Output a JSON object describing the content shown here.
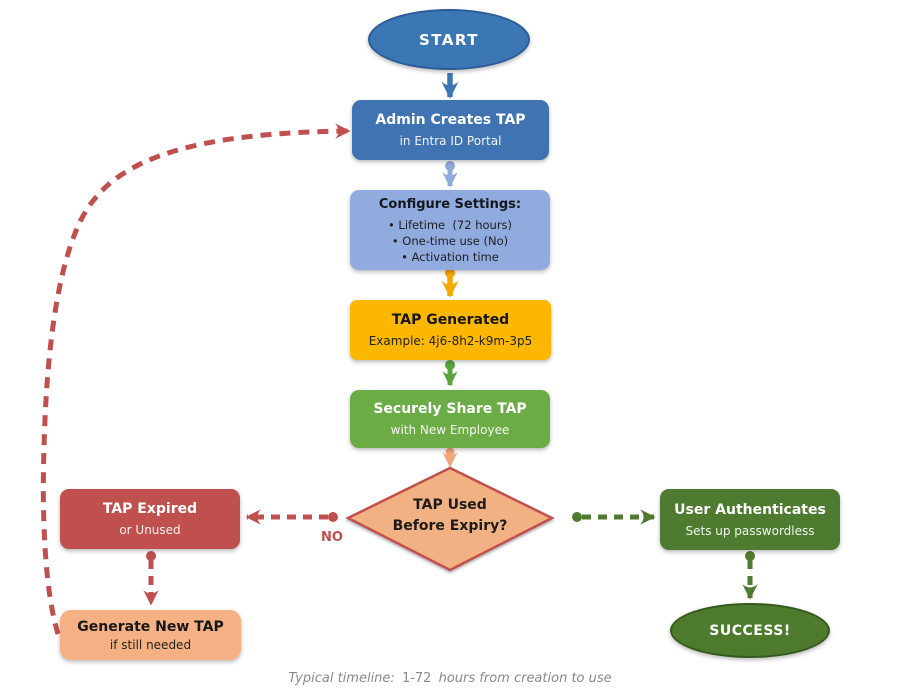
{
  "diagram": {
    "nodes": {
      "start": {
        "label": "START"
      },
      "admin_creates": {
        "title": "Admin Creates TAP",
        "subtitle": "in Entra ID Portal"
      },
      "configure_settings": {
        "title": "Configure Settings:",
        "bullets": [
          "• Lifetime  (72 hours)",
          "• One-time use (No)",
          "• Activation time"
        ]
      },
      "tap_generated": {
        "title": "TAP Generated",
        "subtitle": "Example: 4j6-8h2-k9m-3p5"
      },
      "share_tap": {
        "title": "Securely Share TAP",
        "subtitle": "with New Employee"
      },
      "decision": {
        "line1": "TAP Used",
        "line2": "Before Expiry?"
      },
      "tap_expired": {
        "title": "TAP Expired",
        "subtitle": "or Unused"
      },
      "generate_new": {
        "title": "Generate New TAP",
        "subtitle": "if still needed"
      },
      "user_authenticates": {
        "title": "User Authenticates",
        "subtitle": "Sets up passwordless"
      },
      "success": {
        "label": "SUCCESS!"
      }
    },
    "edge_labels": {
      "no": "NO"
    },
    "caption": {
      "prefix": "Typical timeline:",
      "highlight": "1-72",
      "suffix": "hours from creation to use"
    },
    "colors": {
      "blue": "#3A75B4",
      "blue_box": "#3F73B1",
      "light_blue": "#92ABDE",
      "light_blue_arrow": "#8FA9DB",
      "amber_box": "#FBB701",
      "amber_arrow": "#F5A800",
      "green_box": "#6CAC46",
      "green_arrow": "#5AA43C",
      "dark_green": "#4E7B30",
      "success_green": "#4E7A2D",
      "red": "#C0504D",
      "peach_fill": "#F2B183",
      "peach_arrow": "#F0A87B",
      "caption_gray": "#8A8A8A"
    }
  }
}
